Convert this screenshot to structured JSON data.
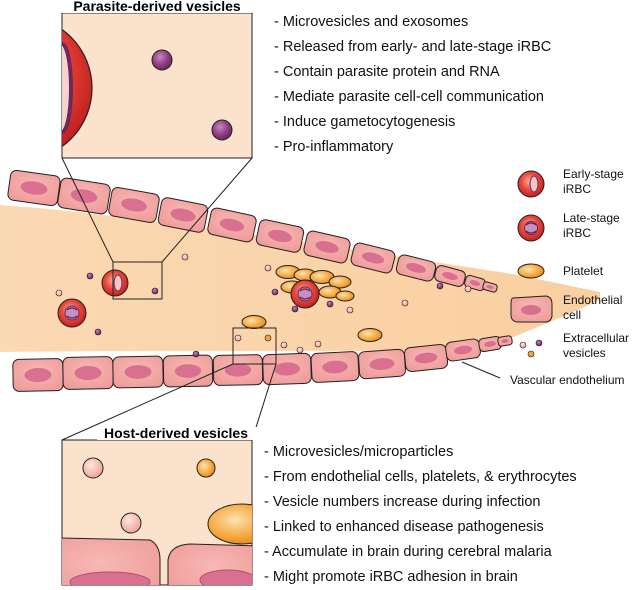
{
  "parasite_box": {
    "title": "Parasite-derived vesicles",
    "bullets": [
      "- Microvesicles and exosomes",
      "- Released from early- and late-stage iRBC",
      "- Contain parasite protein and RNA",
      "- Mediate parasite cell-cell communication",
      "- Induce gametocytogenesis",
      "- Pro-inflammatory"
    ]
  },
  "host_box": {
    "title": "Host-derived vesicles",
    "bullets": [
      "- Microvesicles/microparticles",
      "- From endothelial cells, platelets, & erythrocytes",
      "- Vesicle numbers increase during infection",
      "- Linked to enhanced disease pathogenesis",
      "- Accumulate in brain during cerebral malaria",
      "- Might promote iRBC adhesion in brain"
    ]
  },
  "legend": {
    "early_stage": [
      "Early-stage",
      "iRBC"
    ],
    "late_stage": [
      "Late-stage",
      "iRBC"
    ],
    "platelet": [
      "Platelet"
    ],
    "endothelial": [
      "Endothelial",
      "cell"
    ],
    "vesicles": [
      "Extracellular",
      "vesicles"
    ]
  },
  "vessel_label": "Vascular endothelium",
  "colors": {
    "lumen": "#f9d2a6",
    "endothelial_cell": "#f2a3a3",
    "nucleus": "#d9708f",
    "irbc_red": "#e0312b",
    "platelet": "#f4a233",
    "parasite_vesicle": "#8e3f82",
    "host_vesicle": "#f4b6aa",
    "zoom_bg": "#fbe2cc"
  },
  "icons": [
    "early-stage-irbc-icon",
    "late-stage-irbc-icon",
    "platelet-icon",
    "endothelial-cell-icon",
    "vesicle-icon"
  ]
}
